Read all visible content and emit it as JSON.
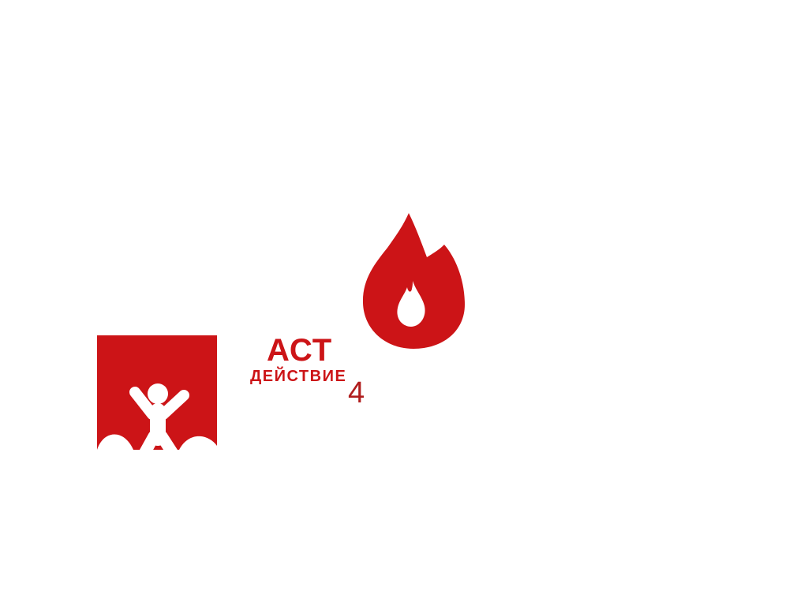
{
  "page": {
    "background": "#ffffff"
  },
  "colors": {
    "brand_red": "#cc1417",
    "number_red": "#b01d1d",
    "figure_white": "#ffffff"
  },
  "logo": {
    "square_icon": "person-raised-arms-icon",
    "flame": "flame-icon",
    "title": "АСТ",
    "subtitle": "ДЕЙСТВИЕ",
    "number": "4"
  }
}
